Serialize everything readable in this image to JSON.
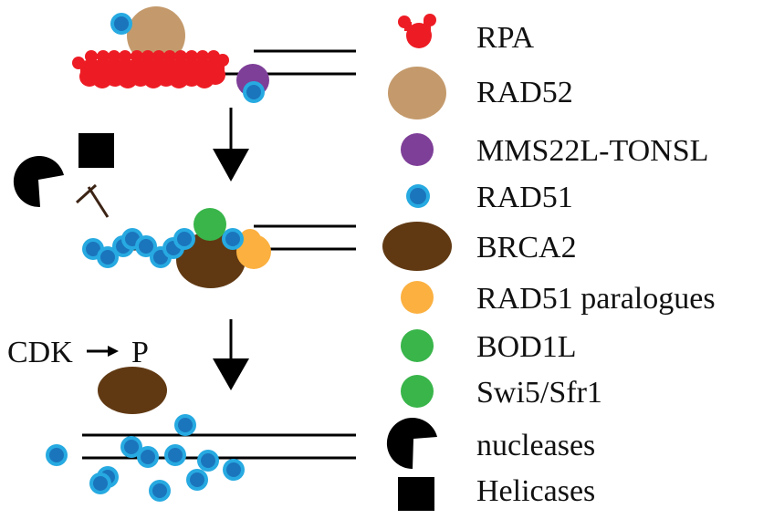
{
  "colors": {
    "rpa": "#ED1C24",
    "rad52": "#C49A6C",
    "mms22l_tonsl": "#7E3F98",
    "rad51_core": "#1B75BC",
    "rad51_rim": "#27AAE1",
    "brca2": "#603913",
    "rad51_paralogues": "#FBB040",
    "bod1l": "#39B54A",
    "swi5_sfr1": "#39B54A",
    "nuclease": "#000000",
    "helicase": "#000000",
    "dna": "#000000",
    "inhibit": "#3C2415"
  },
  "legend": [
    {
      "key": "rpa",
      "label": "RPA",
      "icon": "rpa-icon"
    },
    {
      "key": "rad52",
      "label": "RAD52",
      "icon": "rad52-icon"
    },
    {
      "key": "mms22l_tonsl",
      "label": "MMS22L-TONSL",
      "icon": "mms22l-tonsl-icon"
    },
    {
      "key": "rad51",
      "label": "RAD51",
      "icon": "rad51-icon"
    },
    {
      "key": "brca2",
      "label": "BRCA2",
      "icon": "brca2-icon"
    },
    {
      "key": "rad51_paralogues",
      "label": "RAD51 paralogues",
      "icon": "rad51-paralogues-icon"
    },
    {
      "key": "bod1l",
      "label": "BOD1L",
      "icon": "bod1l-icon"
    },
    {
      "key": "swi5_sfr1",
      "label": "Swi5/Sfr1",
      "icon": "swi5-sfr1-icon"
    },
    {
      "key": "nuclease",
      "label": "nucleases",
      "icon": "nuclease-icon"
    },
    {
      "key": "helicase",
      "label": "Helicases",
      "icon": "helicase-icon"
    }
  ],
  "stage3": {
    "kinase_label": "CDK",
    "phospho_label": "P"
  }
}
